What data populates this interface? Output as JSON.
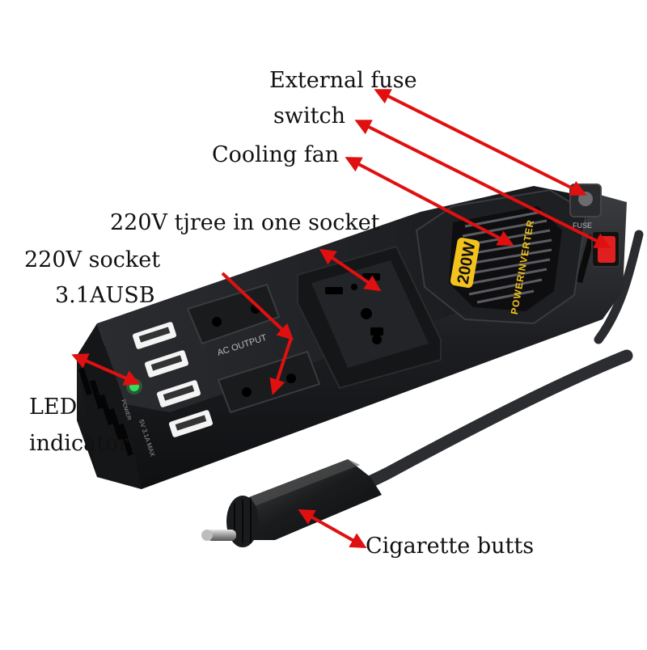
{
  "callouts": {
    "external_fuse": "External fuse",
    "switch": "switch",
    "cooling_fan": "Cooling fan",
    "three_in_one_socket": "220V tjree in one socket",
    "socket_220v": "220V socket",
    "usb_31a": "3.1AUSB",
    "led_line1": "LED",
    "led_line2": "indicator",
    "cigarette_butts": "Cigarette butts"
  },
  "device": {
    "power_rating": "200W",
    "brand_strip": "POWERINVERTER",
    "ac_output": "AC OUTPUT",
    "fuse_label": "FUSE",
    "usb_caption": "5V 3.1A MAX",
    "power_caption": "POWER"
  },
  "colors": {
    "arrow": "#e01010",
    "body": "#1c1d1f",
    "badge": "#f3c21c",
    "switch": "#e02020",
    "led": "#2ee05a"
  }
}
